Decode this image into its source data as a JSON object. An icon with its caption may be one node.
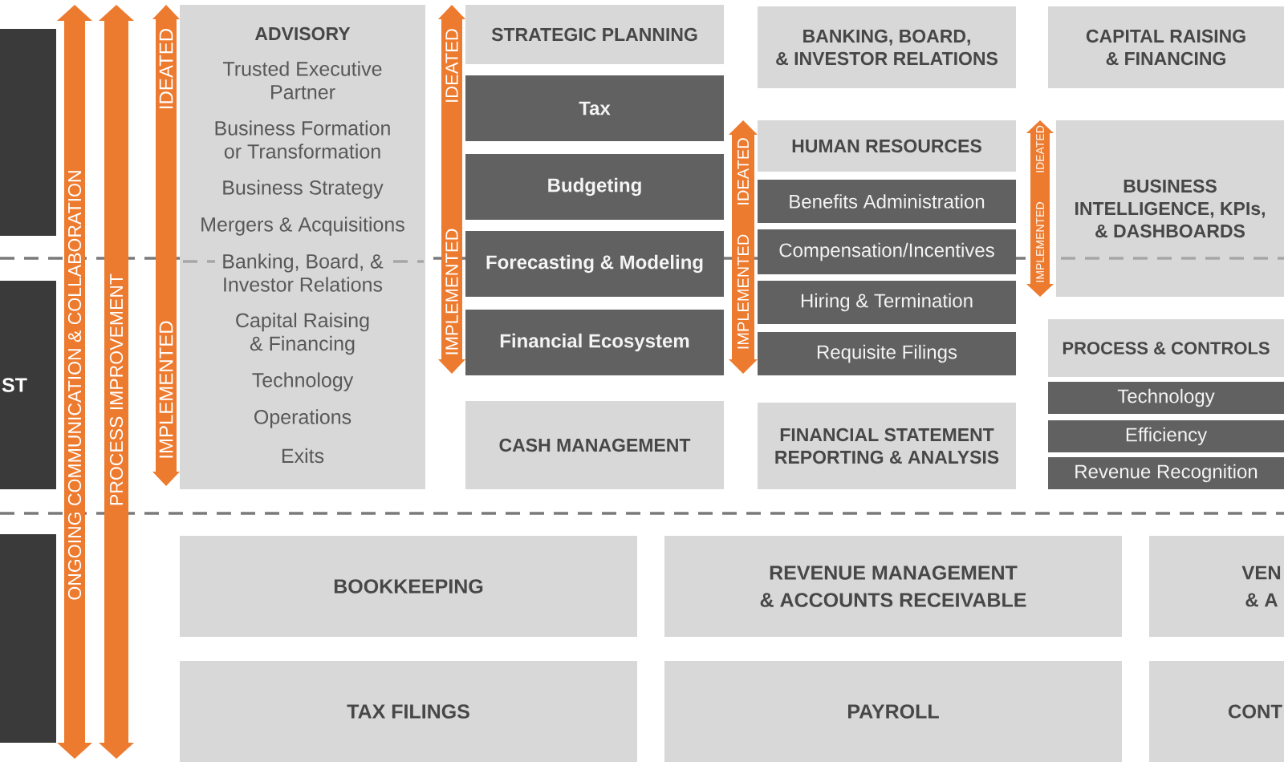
{
  "diagram": {
    "nodes": [
      {
        "text": [],
        "shape": "box"
      },
      {
        "text": [
          "ST"
        ]
      },
      {
        "text": [],
        "shape": "box"
      },
      {
        "text": [
          "ONGOING COMMUNICATION & COLLABORATION"
        ]
      },
      {
        "text": [
          "PROCESS IMPROVEMENT"
        ]
      },
      {
        "text": [
          "IDEATED",
          "IMPLEMENTED"
        ]
      },
      {
        "text": [
          "ADVISORY",
          "Trusted Executive Partner",
          "Business Formation or Transformation",
          "Business Strategy",
          "Mergers & Acquisitions",
          "Banking, Board, & Investor Relations",
          "Capital Raising & Financing",
          "Technology",
          "Operations",
          "Exits"
        ]
      },
      {
        "text": [
          "IDEATED",
          "IMPLEMENTED"
        ]
      },
      {
        "text": [
          "STRATEGIC PLANNING"
        ]
      },
      {
        "text": [
          "Tax"
        ]
      },
      {
        "text": [
          "Budgeting"
        ]
      },
      {
        "text": [
          "Forecasting & Modeling"
        ]
      },
      {
        "text": [
          "Financial Ecosystem"
        ]
      },
      {
        "text": [
          "CASH MANAGEMENT"
        ]
      },
      {
        "text": [
          "BANKING, BOARD, & INVESTOR RELATIONS"
        ]
      },
      {
        "text": [
          "IDEATED",
          "IMPLEMENTED"
        ]
      },
      {
        "text": [
          "HUMAN RESOURCES"
        ]
      },
      {
        "text": [
          "Benefits Administration"
        ]
      },
      {
        "text": [
          "Compensation/Incentives"
        ]
      },
      {
        "text": [
          "Hiring & Termination"
        ]
      },
      {
        "text": [
          "Requisite Filings"
        ]
      },
      {
        "text": [
          "FINANCIAL STATEMENT REPORTING & ANALYSIS"
        ]
      },
      {
        "text": [
          "CAPITAL RAISING & FINANCING"
        ]
      },
      {
        "text": [
          "IDEATED",
          "IMPLEMENTED"
        ]
      },
      {
        "text": [
          "BUSINESS INTELLIGENCE, KPIs, & DASHBOARDS"
        ]
      },
      {
        "text": [
          "PROCESS & CONTROLS"
        ]
      },
      {
        "text": [
          "Technology"
        ]
      },
      {
        "text": [
          "Efficiency"
        ]
      },
      {
        "text": [
          "Revenue Recognition"
        ]
      },
      {
        "text": [
          "BOOKKEEPING"
        ]
      },
      {
        "text": [
          "REVENUE MANAGEMENT & ACCOUNTS RECEIVABLE"
        ]
      },
      {
        "text": [
          "VEN & A"
        ]
      },
      {
        "text": [
          "TAX FILINGS"
        ]
      },
      {
        "text": [
          "PAYROLL"
        ]
      },
      {
        "text": [
          "CONT"
        ]
      }
    ]
  }
}
